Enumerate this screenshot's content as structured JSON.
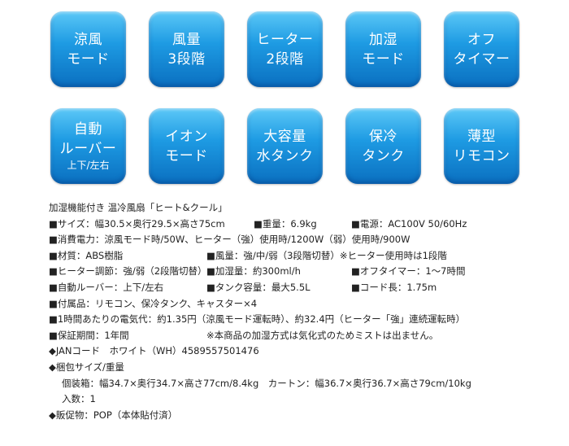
{
  "badges": [
    {
      "lines": [
        "涼風",
        "モード"
      ]
    },
    {
      "lines": [
        "風量",
        "3段階"
      ]
    },
    {
      "lines": [
        "ヒーター",
        "2段階"
      ]
    },
    {
      "lines": [
        "加湿",
        "モード"
      ]
    },
    {
      "lines": [
        "オフ",
        "タイマー"
      ]
    },
    {
      "lines": [
        "自動",
        "ルーバー",
        "上下/左右"
      ]
    },
    {
      "lines": [
        "イオン",
        "モード"
      ]
    },
    {
      "lines": [
        "大容量",
        "水タンク"
      ]
    },
    {
      "lines": [
        "保冷",
        "タンク"
      ]
    },
    {
      "lines": [
        "薄型",
        "リモコン"
      ]
    }
  ],
  "spec": {
    "title": "加湿機能付き 温冷風扇「ヒート&クール」",
    "size": "■サイズ：幅30.5×奥行29.5×高さ75cm",
    "weight": "■重量：6.9kg",
    "power": "■電源：AC100V 50/60Hz",
    "consumption": "■消費電力：涼風モード時/50W、ヒーター（強）使用時/1200W（弱）使用時/900W",
    "material": "■材質：ABS樹脂",
    "airflow": "■風量：強/中/弱（3段階切替）※ヒーター使用時は1段階",
    "heater": "■ヒーター調節：強/弱（2段階切替）",
    "humidify": "■加湿量：約300ml/h",
    "timer": "■オフタイマー：1～7時間",
    "louver": "■自動ルーバー：上下/左右",
    "tank": "■タンク容量：最大5.5L",
    "cord": "■コード長：1.75m",
    "accessories": "■付属品：リモコン、保冷タンク、キャスター×4",
    "electricity": "■1時間あたりの電気代：約1.35円（涼風モード運転時）、約32.4円（ヒーター「強」連続運転時）",
    "warranty": "■保証期間：1年間",
    "note": "※本商品の加湿方式は気化式のためミストは出ません。",
    "jan": "◆JANコード　ホワイト（WH）4589557501476",
    "pack_title": "◆梱包サイズ/重量",
    "pack_box": "個装箱：幅34.7×奥行34.7×高さ77cm/8.4kg　カートン：幅36.7×奥行36.7×高さ79cm/10kg",
    "pack_qty": "入数：1",
    "promo": "◆販促物：POP（本体貼付済）"
  }
}
